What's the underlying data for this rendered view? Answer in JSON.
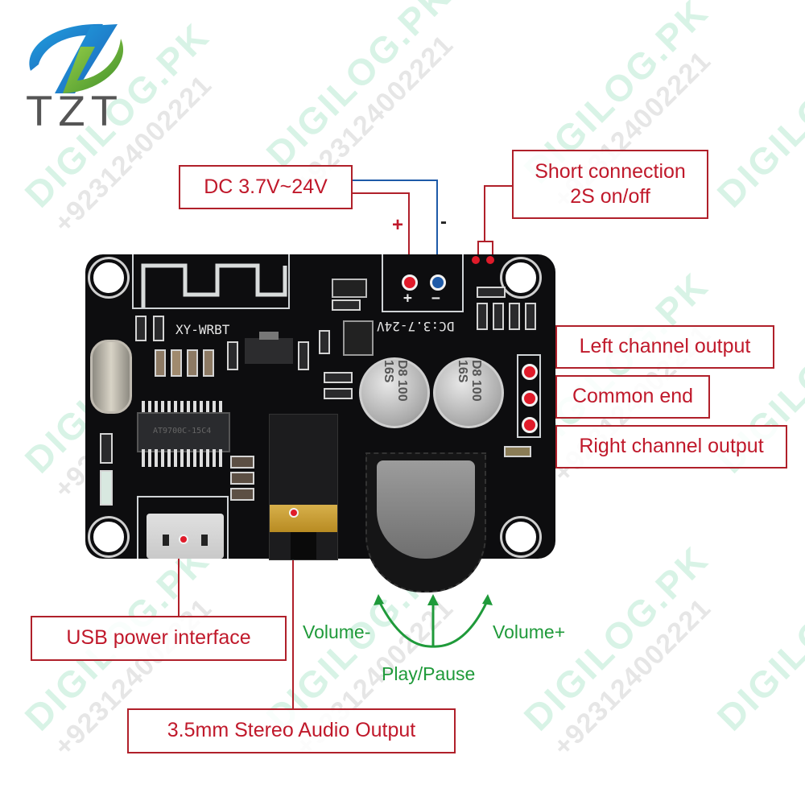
{
  "logo": {
    "text": "TZT",
    "colors": {
      "blue": "#1f7fd0",
      "green": "#6db33f",
      "text": "#555555"
    }
  },
  "watermark": {
    "brand": "DIGILOG.PK",
    "phone": "+923124002221"
  },
  "board": {
    "model_silk": "XY-WRBT",
    "power_silk": "DC:3.7-24V",
    "power_plus": "+",
    "power_minus": "−",
    "capacitor_marking": "D8 100 16S",
    "ic_marking": "AT9700C-15C4"
  },
  "callouts": {
    "power": {
      "label": "DC 3.7V~24V",
      "plus_sign": "+",
      "minus_sign": "-"
    },
    "switch": {
      "line1": "Short connection",
      "line2": "2S on/off"
    },
    "left_channel": "Left channel output",
    "common": "Common end",
    "right_channel": "Right channel output",
    "usb": "USB power interface",
    "audio_jack": "3.5mm Stereo Audio Output",
    "knob": {
      "volume_down": "Volume-",
      "volume_up": "Volume+",
      "play_pause": "Play/Pause"
    }
  },
  "colors": {
    "callout_red": "#c0192b",
    "callout_border": "#b0202a",
    "knob_green": "#1f9a3a",
    "negative_wire": "#1e5aa8",
    "pcb_black": "#0d0d0f"
  }
}
